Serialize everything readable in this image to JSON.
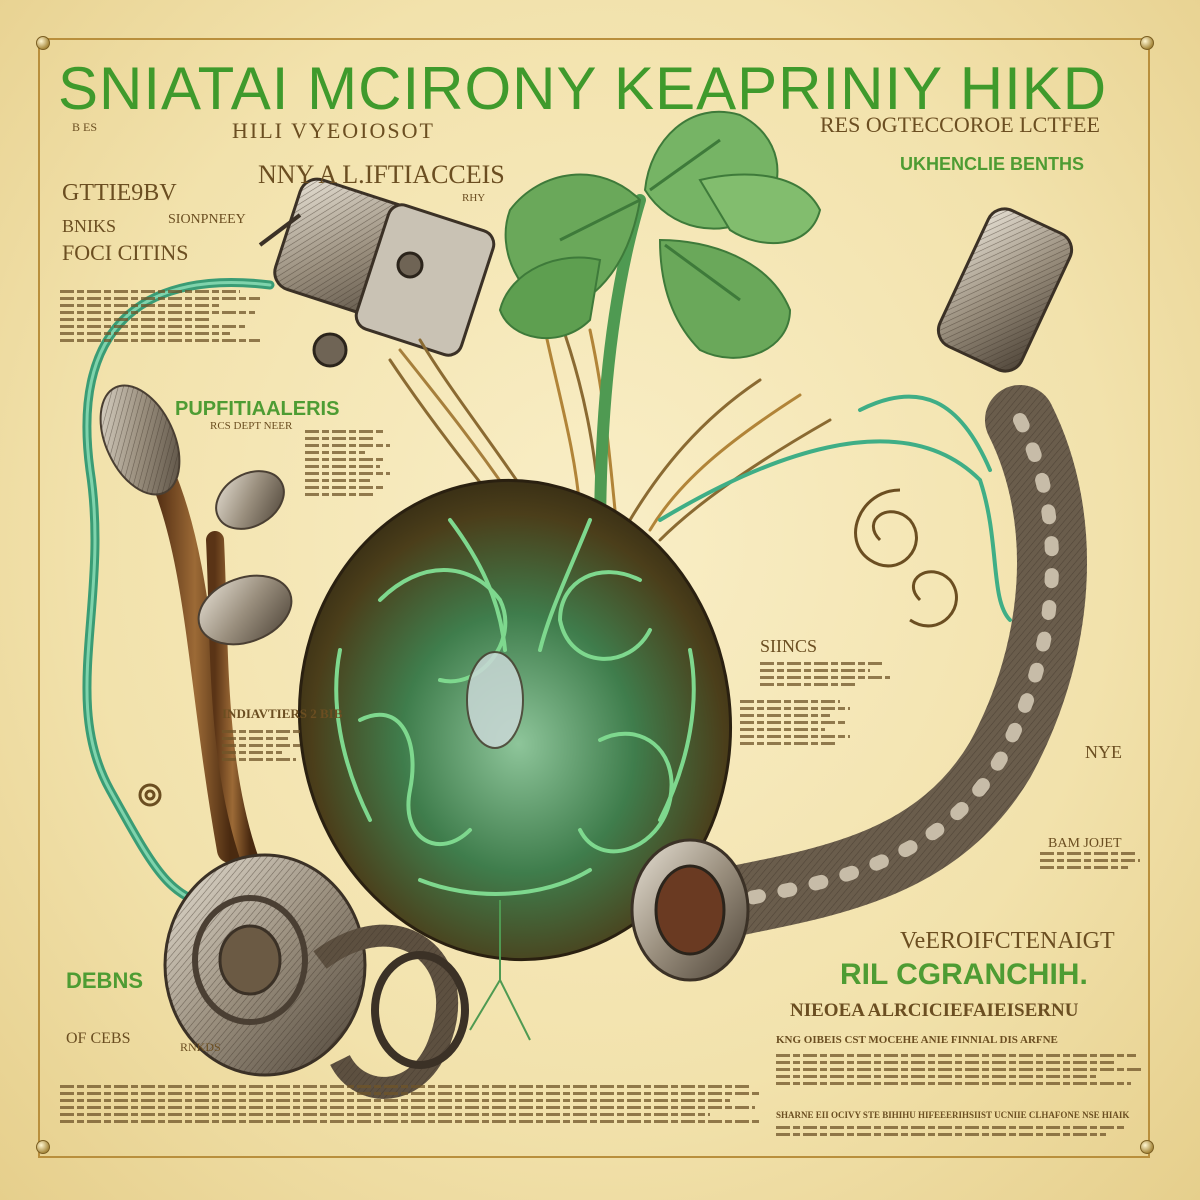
{
  "poster": {
    "title": "SNIATAI MCIRONY KEAPRINIY  HIKD",
    "left_block": [
      "B ES",
      "HILI VYEOIOSOT",
      "GTTIE9BV",
      "SIONPNEEY",
      "BNIKS",
      "FOCI CITINS",
      "PUPFITIAALERIS",
      "RCS DEPT NEER",
      "INDIAVTIERS 2 BIB",
      "DEBNS",
      "OF CEBS",
      "RNKDS"
    ],
    "center_top": [
      "NNY  A  L.IFTIACCEIS",
      "RHY"
    ],
    "right_block": [
      "RES OGTECCOROE LCTFEE",
      "UKHENCLIE BENTHS",
      "SIINCS",
      "NYE",
      "BAM  JOJET",
      "VeEROIFCTENAIGT",
      "RIL CGRANCHIH.",
      "NIEOEA ALRCICIEFAIEISERNU",
      "KNG OIBEIS  CST MOCEHE  ANIE  FINNIAL  DIS ARFNE",
      "SHARNE  EII OCIVY  STE  BIHIHU  HIFEEERIHSIIST  UCNIIE  CLHAFONE  NSE  HIAIK"
    ],
    "colors": {
      "parchment": "#f1e3b0",
      "title_green": "#3f9a2c",
      "vine_green": "#3fae86",
      "ink_brown": "#6b4e21",
      "metal": "#8e8373"
    },
    "icons": [
      "plant-leaves-icon",
      "heart-organ-icon",
      "camera-machine-icon",
      "pipe-machinery-icon",
      "spiral-ornament-icon"
    ]
  }
}
